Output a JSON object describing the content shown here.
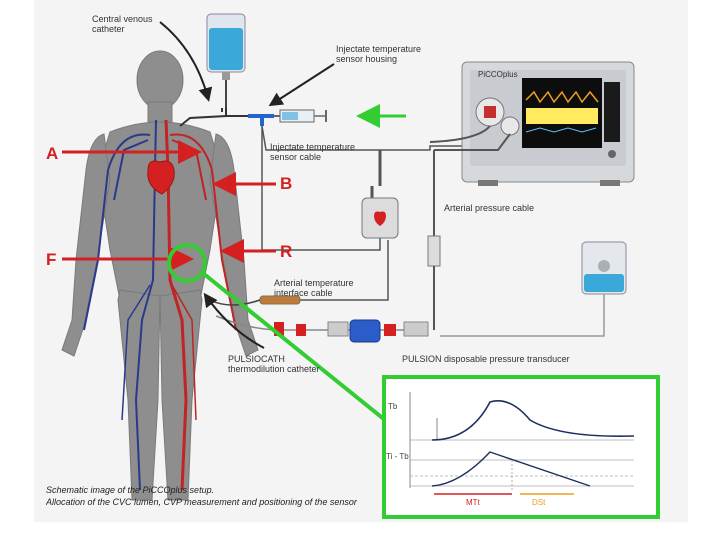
{
  "labels": {
    "cvc": [
      "Central venous",
      "catheter"
    ],
    "sensor_housing": [
      "Injectate temperature",
      "sensor housing"
    ],
    "sensor_cable": [
      "Injectate temperature",
      "sensor cable"
    ],
    "arterial_pressure_cable": "Arterial pressure cable",
    "arterial_interface": [
      "Arterial temperature",
      "interface cable"
    ],
    "pulsiocath": [
      "PULSIOCATH",
      "thermodilution catheter"
    ],
    "transducer": "PULSION disposable pressure transducer",
    "monitor_brand": "PiCCOplus"
  },
  "markers": {
    "A": "A",
    "B": "B",
    "R": "R",
    "F": "F"
  },
  "caption": {
    "line1": "Schematic image of the PiCCOplus setup.",
    "line2": "Allocation of the CVC lumen, CVP measurement and positioning of the sensor"
  },
  "inset": {
    "tb_label": "Tb",
    "diff_label": "Ti - Tb",
    "mtt_label": "MTt",
    "dst_label": "DSt"
  },
  "colors": {
    "marker_red": "#d42020",
    "highlight_green": "#33cc33",
    "vein_blue": "#2a3a8a",
    "artery_red": "#c02424",
    "dst_orange": "#e8a020"
  }
}
